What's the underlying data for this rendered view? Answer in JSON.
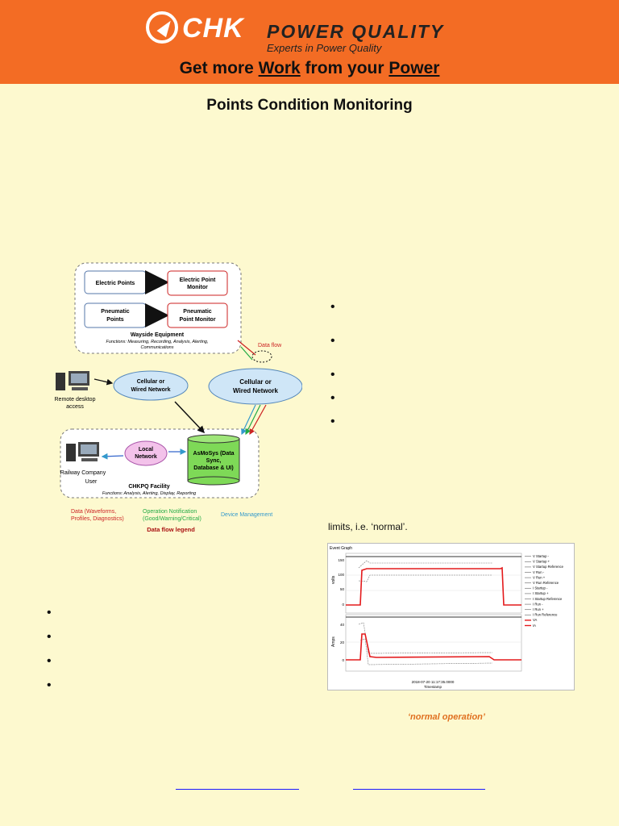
{
  "header": {
    "brand_chk": "CHK",
    "brand_power_quality": "POWER QUALITY",
    "tagline": "Experts in Power Quality",
    "slogan_get_more": "Get more ",
    "slogan_work": "Work",
    "slogan_from_your": " from your ",
    "slogan_power": "Power"
  },
  "page": {
    "title": "Points Condition Monitoring"
  },
  "diagram": {
    "electric_points": "Electric Points",
    "electric_point_monitor_1": "Electric Point",
    "electric_point_monitor_2": "Monitor",
    "pneumatic_points_1": "Pneumatic",
    "pneumatic_points_2": "Points",
    "pneumatic_monitor_1": "Pneumatic",
    "pneumatic_monitor_2": "Point Monitor",
    "wayside_title": "Wayside Equipment",
    "wayside_functions_1": "Functions: Measuring, Recording, Analysis, Alerting,",
    "wayside_functions_2": "Communications",
    "data_flow": "Data flow",
    "cloud_left_1": "Cellular or",
    "cloud_left_2": "Wired Network",
    "cloud_right_1": "Cellular or",
    "cloud_right_2": "Wired Network",
    "remote_1": "Remote desktop",
    "remote_2": "access",
    "local_network_1": "Local",
    "local_network_2": "Network",
    "asmosys_1": "AsMoSys (Data",
    "asmosys_2": "Sync,",
    "asmosys_3": "Database & UI)",
    "railway_user_1": "Railway Company",
    "railway_user_2": "User",
    "facility_title": "CHKPQ Facility",
    "facility_functions": "Functions: Analysis, Alerting, Display, Reporting",
    "legend_data_1": "Data (Waveforms,",
    "legend_data_2": "Profiles, Diagnostics)",
    "legend_op_1": "Operation Notification",
    "legend_op_2": "(Good/Warning/Critical)",
    "legend_device": "Device Management",
    "legend_title": "Data flow legend"
  },
  "bullets_right": [
    "•",
    "•",
    "•",
    "•",
    "•"
  ],
  "bullets_left": [
    "•",
    "•",
    "•",
    "•"
  ],
  "text": {
    "limits": "limits, i.e. ‘normal’.",
    "caption": "‘normal operation’"
  },
  "graph": {
    "title": "Event Graph",
    "volts_label": "volts",
    "amps_label": "Amps",
    "timestamp_value": "2018-07-20 11:17:35.0000",
    "timestamp_label": "Timestamp",
    "volt_ticks": [
      "150",
      "100",
      "50",
      "0"
    ],
    "amp_ticks": [
      "40",
      "20",
      "0"
    ],
    "legend": [
      "V Startup -",
      "V Startup +",
      "V Startup Reference",
      "V Run -",
      "V Run +",
      "V Run Reference",
      "I Startup -",
      "I Startup +",
      "I Startup Reference",
      "I Run -",
      "I Run +",
      "I Run Reference",
      "VA",
      "IA"
    ],
    "colors": {
      "signal": "#e41a1c",
      "envelope": "#777777"
    }
  }
}
